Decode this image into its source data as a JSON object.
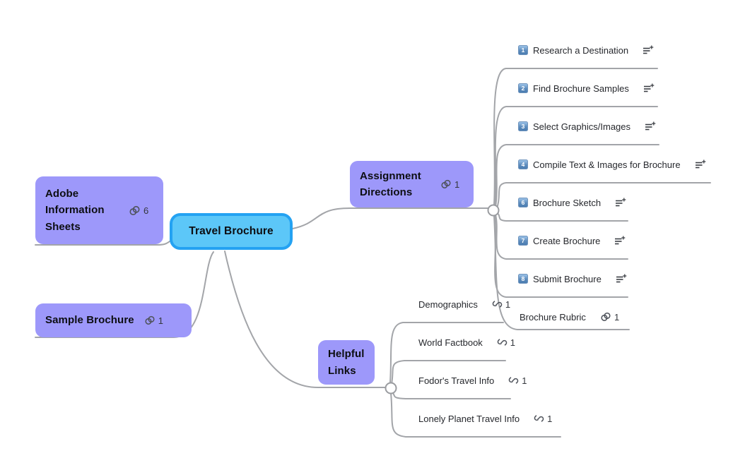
{
  "root": {
    "label": "Travel Brochure"
  },
  "colors": {
    "root_fill": "#5cc7f8",
    "root_border": "#24a2f2",
    "branch_fill": "#9d98fa",
    "connector": "#a3a5a9",
    "number_chip": "#4a7cb0"
  },
  "nodes": {
    "adobe": {
      "label": "Adobe Information Sheets",
      "count": "6"
    },
    "sample": {
      "label": "Sample Brochure",
      "count": "1"
    },
    "assignment": {
      "label": "Assignment Directions",
      "count": "1"
    },
    "helpful": {
      "label": "Helpful Links"
    }
  },
  "assignment_items": [
    {
      "num": "1",
      "label": "Research a Destination"
    },
    {
      "num": "2",
      "label": "Find Brochure Samples"
    },
    {
      "num": "3",
      "label": "Select Graphics/Images"
    },
    {
      "num": "4",
      "label": "Compile Text & Images for Brochure"
    },
    {
      "num": "6",
      "label": "Brochure Sketch"
    },
    {
      "num": "7",
      "label": "Create Brochure"
    },
    {
      "num": "8",
      "label": "Submit Brochure"
    }
  ],
  "assignment_links": [
    {
      "label": "Brochure Rubric",
      "count": "1"
    }
  ],
  "helpful_items": [
    {
      "label": "Demographics",
      "count": "1"
    },
    {
      "label": "World Factbook",
      "count": "1"
    },
    {
      "label": "Fodor's Travel Info",
      "count": "1"
    },
    {
      "label": "Lonely Planet Travel Info",
      "count": "1"
    }
  ],
  "icons": {
    "link": "link-icon",
    "note": "add-note-icon",
    "collapse": "branch-handle"
  }
}
